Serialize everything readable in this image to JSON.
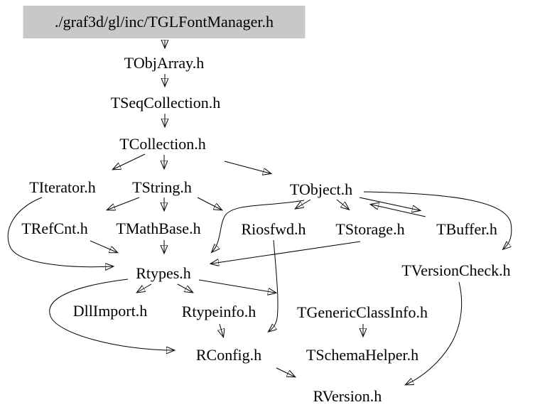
{
  "diagram": {
    "kind": "include-dependency-graph",
    "root_highlight_bg": "#c8c8c8",
    "edge_color": "#000000",
    "text_color": "#000000",
    "nodes": [
      {
        "label": "./graf3d/gl/inc/TGLFontManager.h"
      },
      {
        "label": "TObjArray.h"
      },
      {
        "label": "TSeqCollection.h"
      },
      {
        "label": "TCollection.h"
      },
      {
        "label": "TIterator.h"
      },
      {
        "label": "TString.h"
      },
      {
        "label": "TObject.h"
      },
      {
        "label": "TRefCnt.h"
      },
      {
        "label": "TMathBase.h"
      },
      {
        "label": "Riosfwd.h"
      },
      {
        "label": "TStorage.h"
      },
      {
        "label": "TBuffer.h"
      },
      {
        "label": "Rtypes.h"
      },
      {
        "label": "TVersionCheck.h"
      },
      {
        "label": "DllImport.h"
      },
      {
        "label": "Rtypeinfo.h"
      },
      {
        "label": "TGenericClassInfo.h"
      },
      {
        "label": "RConfig.h"
      },
      {
        "label": "TSchemaHelper.h"
      },
      {
        "label": "RVersion.h"
      }
    ],
    "edges": [
      {
        "from": "./graf3d/gl/inc/TGLFontManager.h",
        "to": "TObjArray.h"
      },
      {
        "from": "TObjArray.h",
        "to": "TSeqCollection.h"
      },
      {
        "from": "TSeqCollection.h",
        "to": "TCollection.h"
      },
      {
        "from": "TCollection.h",
        "to": "TIterator.h"
      },
      {
        "from": "TCollection.h",
        "to": "TString.h"
      },
      {
        "from": "TCollection.h",
        "to": "TObject.h"
      },
      {
        "from": "TString.h",
        "to": "TRefCnt.h"
      },
      {
        "from": "TString.h",
        "to": "TMathBase.h"
      },
      {
        "from": "TString.h",
        "to": "Riosfwd.h"
      },
      {
        "from": "TObject.h",
        "to": "Riosfwd.h"
      },
      {
        "from": "TObject.h",
        "to": "TStorage.h"
      },
      {
        "from": "TObject.h",
        "to": "TBuffer.h"
      },
      {
        "from": "TBuffer.h",
        "to": "TObject.h"
      },
      {
        "from": "TObject.h",
        "to": "TVersionCheck.h"
      },
      {
        "from": "TObject.h",
        "to": "Rtypes.h"
      },
      {
        "from": "TIterator.h",
        "to": "Rtypes.h"
      },
      {
        "from": "TRefCnt.h",
        "to": "Rtypes.h"
      },
      {
        "from": "TMathBase.h",
        "to": "Rtypes.h"
      },
      {
        "from": "TStorage.h",
        "to": "Rtypes.h"
      },
      {
        "from": "Riosfwd.h",
        "to": "RConfig.h"
      },
      {
        "from": "Rtypes.h",
        "to": "DllImport.h"
      },
      {
        "from": "Rtypes.h",
        "to": "Rtypeinfo.h"
      },
      {
        "from": "Rtypes.h",
        "to": "TGenericClassInfo.h"
      },
      {
        "from": "Rtypes.h",
        "to": "RConfig.h"
      },
      {
        "from": "Rtypeinfo.h",
        "to": "RConfig.h"
      },
      {
        "from": "TGenericClassInfo.h",
        "to": "TSchemaHelper.h"
      },
      {
        "from": "RConfig.h",
        "to": "RVersion.h"
      },
      {
        "from": "TVersionCheck.h",
        "to": "RVersion.h"
      }
    ]
  }
}
